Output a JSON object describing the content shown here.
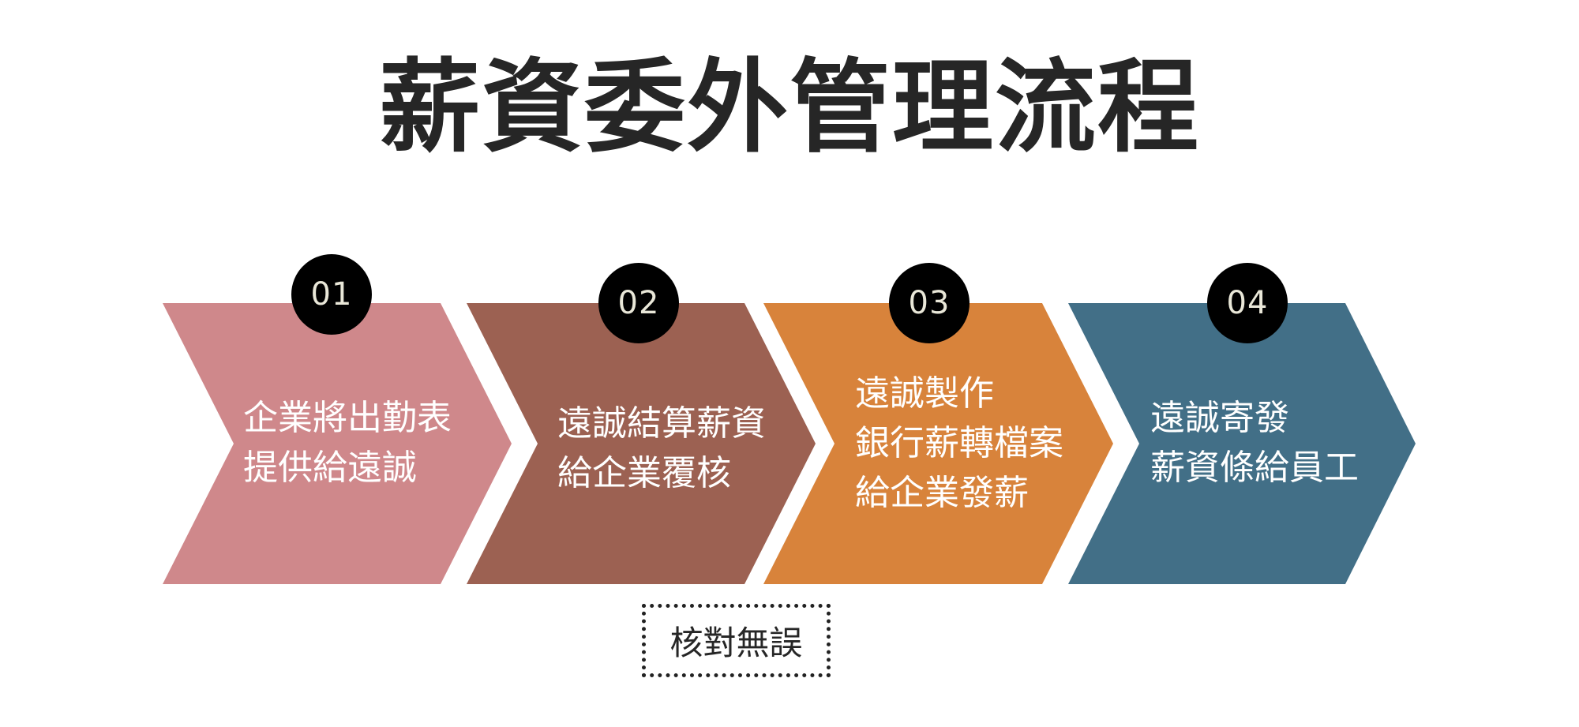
{
  "title": "薪資委外管理流程",
  "colors": {
    "step1": "#cf888b",
    "step2": "#9c6152",
    "step3": "#d8833b",
    "step4": "#426f87",
    "badge_bg": "#000000",
    "badge_text": "#e9e7d8",
    "title_text": "#262626"
  },
  "steps": [
    {
      "number": "01",
      "text": "企業將出勤表\n提供給遠誠",
      "icon": "chevron-arrow"
    },
    {
      "number": "02",
      "text": "遠誠結算薪資\n給企業覆核",
      "icon": "chevron-arrow"
    },
    {
      "number": "03",
      "text": "遠誠製作\n銀行薪轉檔案\n給企業發薪",
      "icon": "chevron-arrow"
    },
    {
      "number": "04",
      "text": "遠誠寄發\n薪資條給員工",
      "icon": "chevron-arrow"
    }
  ],
  "note": {
    "label": "核對無誤"
  }
}
